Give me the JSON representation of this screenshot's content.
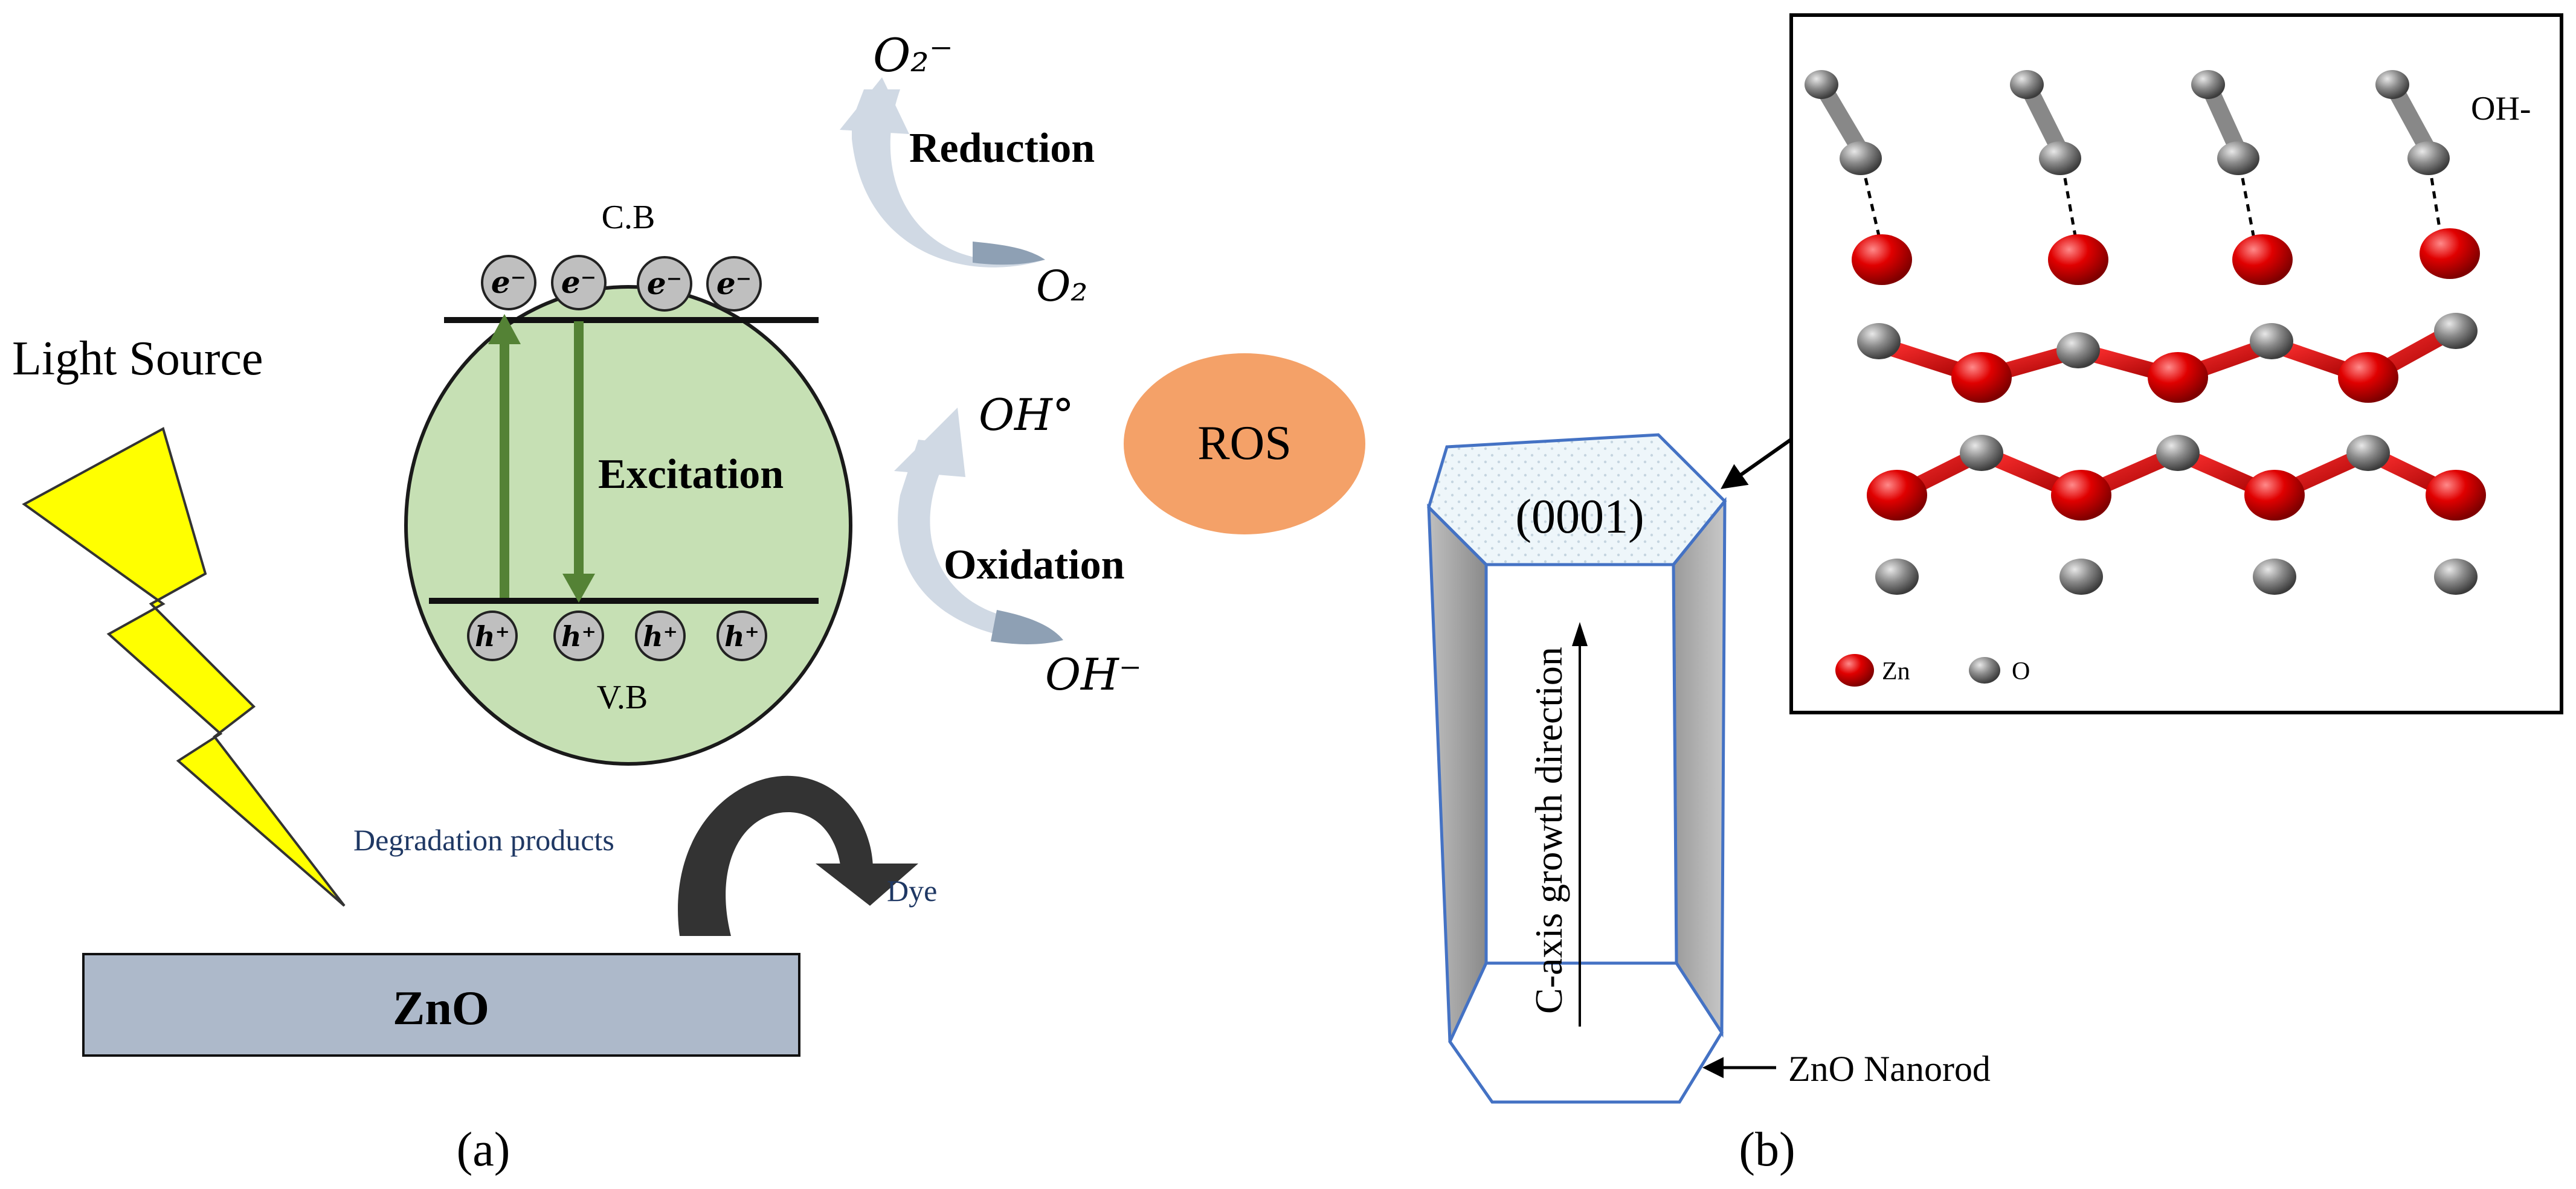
{
  "panel_a": {
    "light_source": "Light Source",
    "conduction_band": "C.B",
    "valence_band": "V.B",
    "excitation": "Excitation",
    "electron": "e⁻",
    "hole": "h⁺",
    "reduction": "Reduction",
    "oxidation": "Oxidation",
    "o2_radical": "O₂⁻",
    "o2": "O₂",
    "oh_radical": "OH°",
    "oh_minus": "OH⁻",
    "ros": "ROS",
    "degradation_products": "Degradation products",
    "dye": "Dye",
    "zno": "ZnO",
    "label": "(a)"
  },
  "panel_b": {
    "facet": "(0001)",
    "growth_direction": "C-axis growth direction",
    "nanorod": "ZnO Nanorod",
    "oh_label": "OH-",
    "legend_zn": "Zn",
    "legend_o": "O",
    "label": "(b)"
  },
  "colors": {
    "ellipse_fill": "#c6e0b4",
    "ellipse_stroke": "#1a1a1a",
    "arrow_green": "#548235",
    "lightning": "#ffff00",
    "ros_fill": "#f4a168",
    "zno_bar": "#adb9ca",
    "curved_arrow": "#d0d9e4",
    "dye_arrow": "#333333",
    "nanorod_edge": "#4472c4",
    "zn_atom": "#dd0000",
    "o_atom": "#8c8c8c",
    "degradation_text": "#1f3864"
  }
}
